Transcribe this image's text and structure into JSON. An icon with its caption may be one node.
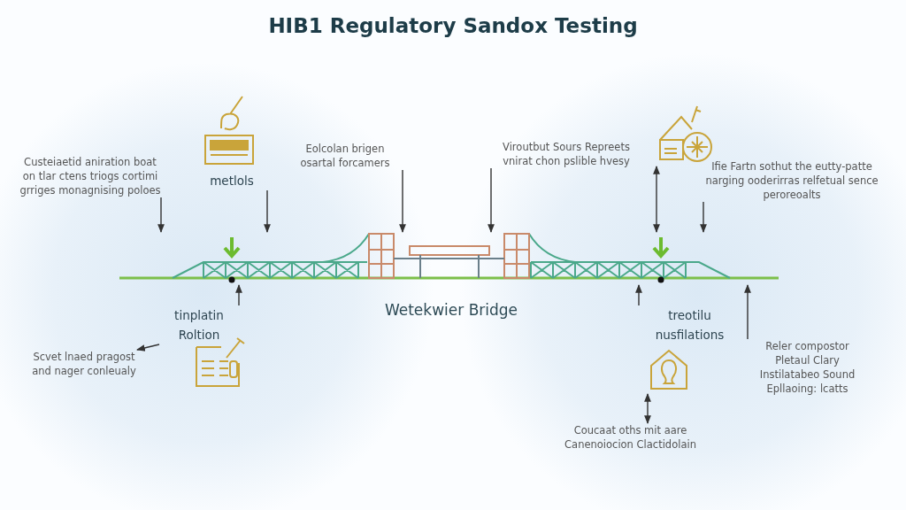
{
  "diagram": {
    "title": "HIB1 Regulatory Sandox Testing",
    "nodes": [
      {
        "text": [
          "metlols"
        ]
      },
      {
        "text": [],
        "shape": "picture"
      },
      {
        "text": [
          "Eolcolan brigen osartal forcamers"
        ]
      },
      {
        "text": [
          "Viroutbut Sours Repreets vnirat chon pslible hvesy"
        ]
      },
      {
        "text": [
          "Custeiaetid aniration boat on tlar ctens triogs cortimi grriges monagnising poloes"
        ]
      },
      {
        "text": [
          "Ifie Fartn sothut the eutty-patte narging ooderirras relfetual sence peroreoalts"
        ]
      },
      {
        "text": [],
        "shape": "picture"
      },
      {
        "text": [
          "tinplatin Roltion"
        ]
      },
      {
        "text": [
          "Scvet lnaed pragost and nager conleualy"
        ]
      },
      {
        "text": [
          "treotilu nusfilations"
        ]
      },
      {
        "text": [],
        "shape": "picture"
      },
      {
        "text": [
          "Reler compostor Pletaul Clary Instilatabeo Sound Epllaoing: lcatts"
        ]
      },
      {
        "text": [
          "Coucaat oths mit aare Canenoiocion Clactidolain"
        ]
      }
    ],
    "edges": [
      {
        "from": 0,
        "to": 6,
        "arrow": "to"
      },
      {
        "from": 1,
        "to": 6,
        "arrow": "both"
      },
      {
        "from": 2,
        "to": 6,
        "arrow": "to"
      },
      {
        "from": 3,
        "to": 6,
        "arrow": "to"
      },
      {
        "from": 4,
        "to": 6,
        "arrow": "to"
      },
      {
        "from": 5,
        "to": 6,
        "arrow": "to"
      },
      {
        "from": 7,
        "to": 8,
        "arrow": "to"
      },
      {
        "from": 7,
        "to": 6,
        "arrow": "to"
      },
      {
        "from": 9,
        "to": 6,
        "arrow": "to"
      },
      {
        "from": 11,
        "to": 6,
        "arrow": "to"
      },
      {
        "from": 10,
        "to": 12,
        "arrow": "both"
      }
    ],
    "labels": [
      "Wetekwier Bridge"
    ]
  }
}
